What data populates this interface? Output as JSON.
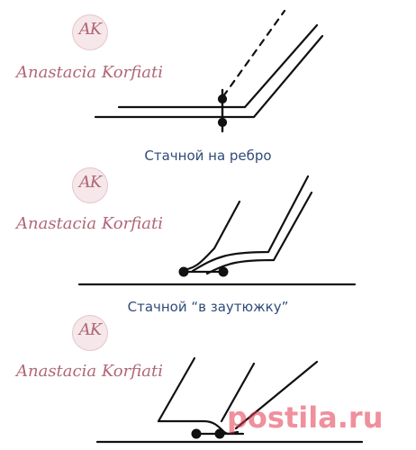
{
  "brand": {
    "monogram": "AK",
    "name": "Anastacia Korfiati"
  },
  "diagrams": [
    {
      "caption": "Стачной на ребро"
    },
    {
      "caption": "Стачной “в заутюжку”"
    },
    {
      "caption": ""
    }
  ],
  "watermark": "postila.ru",
  "colors": {
    "brand": "#b06677",
    "caption": "#2f4b78",
    "line": "#111111",
    "watermark": "#e2354a"
  }
}
